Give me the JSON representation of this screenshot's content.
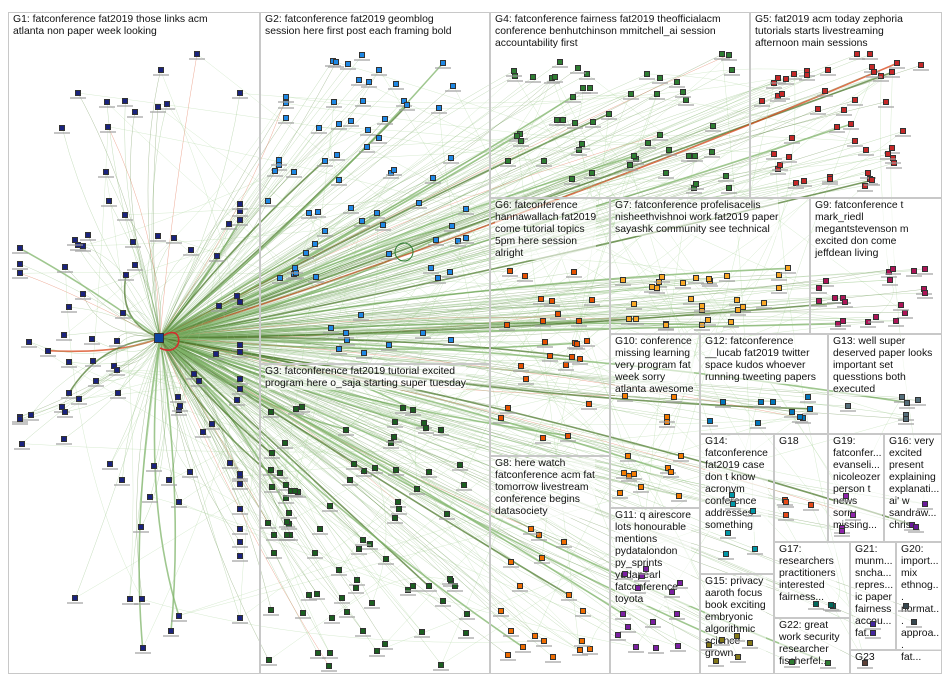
{
  "groups": [
    {
      "id": "G1",
      "label": "G1: fatconference fat2019 those links acm\natlanta non paper week looking",
      "color": "#1a237e"
    },
    {
      "id": "G2",
      "label": "G2: fatconference fat2019 geomblog\nsession here first post each framing bold",
      "color": "#1e88e5"
    },
    {
      "id": "G3",
      "label": "G3: fatconference fat2019 tutorial excited\nprogram here o_saja starting super tuesday",
      "color": "#1b5e20"
    },
    {
      "id": "G4",
      "label": "G4: fatconference fairness fat2019 theofficialacm\nconference benhutchinson mmitchell_ai session\naccountability first",
      "color": "#2e7d32"
    },
    {
      "id": "G5",
      "label": "G5: fat2019 acm today zephoria\ntutorials starts livestreaming\nafternoon main sessions",
      "color": "#c62828"
    },
    {
      "id": "G6",
      "label": "G6: fatconference\nhannawallach fat2019\ncome tutorial topics\n5pm here session\nalright",
      "color": "#e65100"
    },
    {
      "id": "G7",
      "label": "G7: fatconference profelisacelis\nnisheethvishnoi work fat2019 paper\nsayashk community see technical",
      "color": "#f9a825"
    },
    {
      "id": "G8",
      "label": "G8: here watch\nfatconference acm fat\ntomorrow livestream\nconference begins\ndatasociety",
      "color": "#ef6c00"
    },
    {
      "id": "G9",
      "label": "G9: fatconference t\nmark_riedl\nmegantstevenson m\nexcited don come\njeffdean living",
      "color": "#ad1457"
    },
    {
      "id": "G10",
      "label": "G10: conference\nmissing learning\nvery program fat\nweek sorry\natlanta awesome",
      "color": "#f57c00"
    },
    {
      "id": "G11",
      "label": "G11: q airescore\nlots honourable\nmentions\npydatalondon\npy_sprints\nyudapearl\nfatconference\ntoyota",
      "color": "#7b1fa2"
    },
    {
      "id": "G12",
      "label": "G12: fatconference\n__lucab fat2019 twitter\nspace kudos whoever\nrunning tweeting papers",
      "color": "#0277bd"
    },
    {
      "id": "G13",
      "label": "G13: well super\ndeserved paper looks\nimportant set\nquesstions both\nexecuted",
      "color": "#546e7a"
    },
    {
      "id": "G14",
      "label": "G14:\nfatconference\nfat2019 case\ndon t know\nacronym\nconference\naddresses\nsomething",
      "color": "#0097a7"
    },
    {
      "id": "G15",
      "label": "G15: privacy\naaroth focus\nbook exciting\nembryonic\nalgorithmic\nscience\ngrown...",
      "color": "#827717"
    },
    {
      "id": "G16",
      "label": "G16: very\nexcited\npresent\nexplaining\nexplanati...\nai' w\nsandraw...\nchris...",
      "color": "#6a1b9a"
    },
    {
      "id": "G17",
      "label": "G17:\nresearchers\npractitioners\ninterested\nfairness...",
      "color": "#00695c"
    },
    {
      "id": "G18",
      "label": "G18",
      "color": "#e64a19"
    },
    {
      "id": "G19",
      "label": "G19:\nfatconfer...\nevanseli...\nnicoleozer\nperson t\nnews\nsorry\nmissing...",
      "color": "#8e24aa"
    },
    {
      "id": "G20",
      "label": "G20:\nimport...\nmix\nethnog...\nnormat...\napproa...\nfat...",
      "color": "#37474f"
    },
    {
      "id": "G21",
      "label": "G21:\nmunm...\nsncha...\nrepres...\nic paper\nfairness\naccou...\nfat...",
      "color": "#4527a0"
    },
    {
      "id": "G22",
      "label": "G22: great\nwork security\nresearcher\nfischerfel...",
      "color": "#2e7d32"
    },
    {
      "id": "G23",
      "label": "G23",
      "color": "#5d4037"
    }
  ]
}
